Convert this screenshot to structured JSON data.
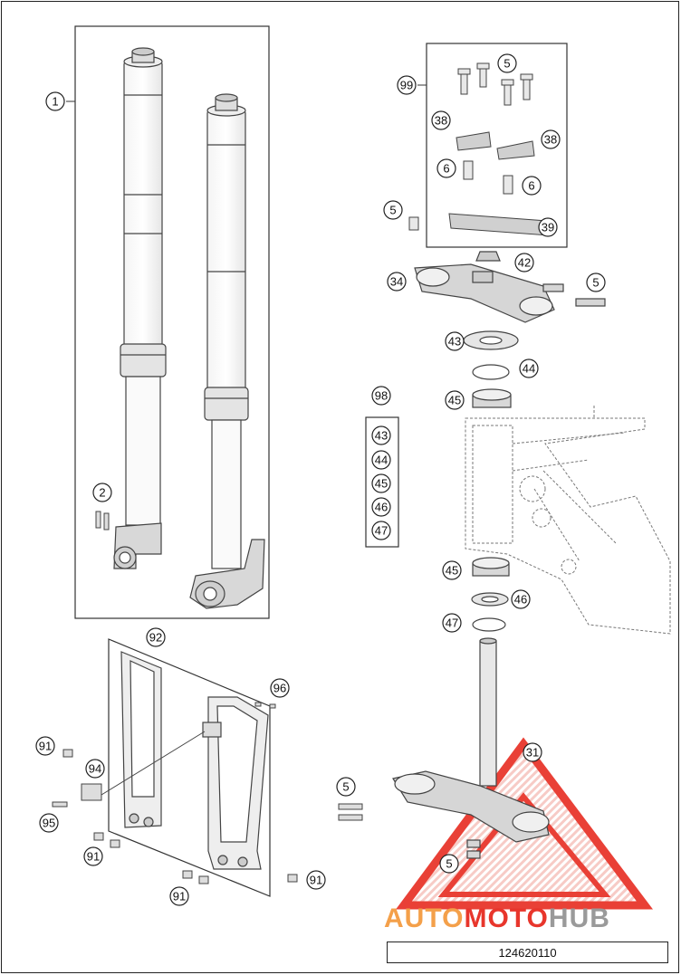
{
  "diagram": {
    "part_number": "124620110",
    "callouts": [
      {
        "label": "1"
      },
      {
        "label": "2"
      },
      {
        "label": "5"
      },
      {
        "label": "99"
      },
      {
        "label": "38"
      },
      {
        "label": "38"
      },
      {
        "label": "6"
      },
      {
        "label": "6"
      },
      {
        "label": "5"
      },
      {
        "label": "39"
      },
      {
        "label": "42"
      },
      {
        "label": "34"
      },
      {
        "label": "5"
      },
      {
        "label": "43"
      },
      {
        "label": "44"
      },
      {
        "label": "98"
      },
      {
        "label": "45"
      },
      {
        "label": "43"
      },
      {
        "label": "44"
      },
      {
        "label": "45"
      },
      {
        "label": "46"
      },
      {
        "label": "47"
      },
      {
        "label": "45"
      },
      {
        "label": "46"
      },
      {
        "label": "47"
      },
      {
        "label": "92"
      },
      {
        "label": "96"
      },
      {
        "label": "91"
      },
      {
        "label": "94"
      },
      {
        "label": "95"
      },
      {
        "label": "91"
      },
      {
        "label": "91"
      },
      {
        "label": "91"
      },
      {
        "label": "5"
      },
      {
        "label": "31"
      },
      {
        "label": "5"
      }
    ]
  },
  "watermark": {
    "part1": "AUTO",
    "part2": "MOTO",
    "part3": "HUB",
    "colors": {
      "red": "#e8362c",
      "orange": "#f4a04a",
      "gray": "#9a9a9a"
    }
  }
}
